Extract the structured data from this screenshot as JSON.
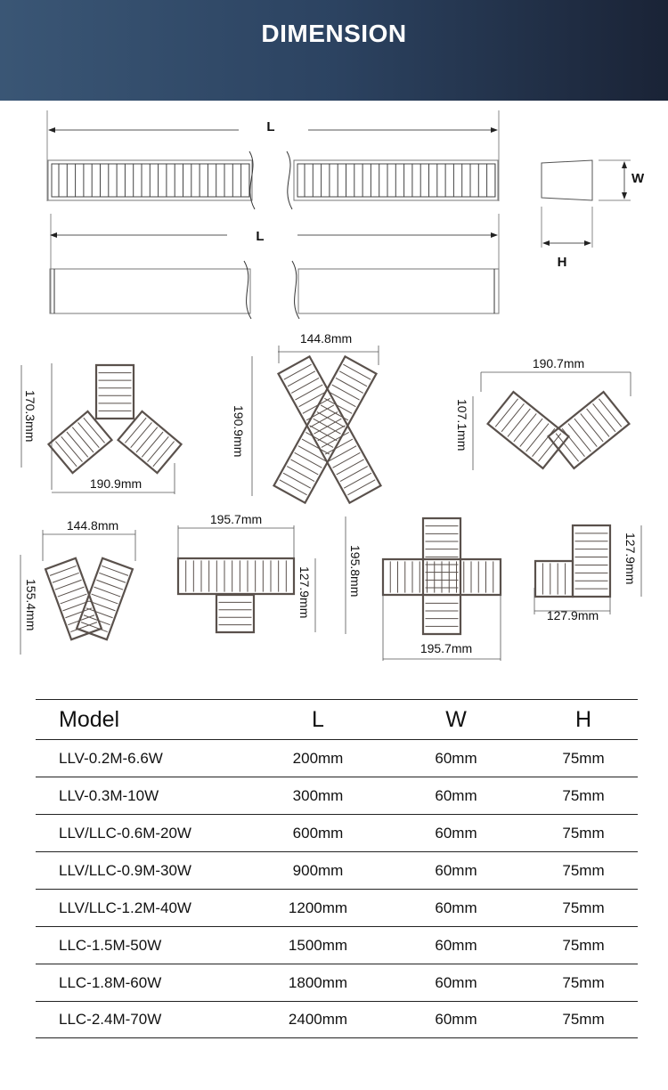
{
  "header": {
    "title": "DIMENSION"
  },
  "profile": {
    "length_label": "L",
    "width_label": "W",
    "height_label": "H"
  },
  "shapes": [
    {
      "name": "y-shape",
      "dims": [
        "170.3mm",
        "190.9mm"
      ]
    },
    {
      "name": "x-shape",
      "dims": [
        "144.8mm",
        "190.9mm"
      ]
    },
    {
      "name": "wide-v-shape",
      "dims": [
        "190.7mm",
        "107.1mm"
      ]
    },
    {
      "name": "narrow-v-shape",
      "dims": [
        "144.8mm",
        "155.4mm"
      ]
    },
    {
      "name": "t-shape",
      "dims": [
        "195.7mm",
        "127.9mm"
      ]
    },
    {
      "name": "cross-shape",
      "dims": [
        "195.8mm",
        "195.7mm"
      ]
    },
    {
      "name": "l-shape",
      "dims": [
        "127.9mm",
        "127.9mm"
      ]
    }
  ],
  "table": {
    "headers": [
      "Model",
      "L",
      "W",
      "H"
    ],
    "rows": [
      [
        "LLV-0.2M-6.6W",
        "200mm",
        "60mm",
        "75mm"
      ],
      [
        "LLV-0.3M-10W",
        "300mm",
        "60mm",
        "75mm"
      ],
      [
        "LLV/LLC-0.6M-20W",
        "600mm",
        "60mm",
        "75mm"
      ],
      [
        "LLV/LLC-0.9M-30W",
        "900mm",
        "60mm",
        "75mm"
      ],
      [
        "LLV/LLC-1.2M-40W",
        "1200mm",
        "60mm",
        "75mm"
      ],
      [
        "LLC-1.5M-50W",
        "1500mm",
        "60mm",
        "75mm"
      ],
      [
        "LLC-1.8M-60W",
        "1800mm",
        "60mm",
        "75mm"
      ],
      [
        "LLC-2.4M-70W",
        "2400mm",
        "60mm",
        "75mm"
      ]
    ]
  }
}
